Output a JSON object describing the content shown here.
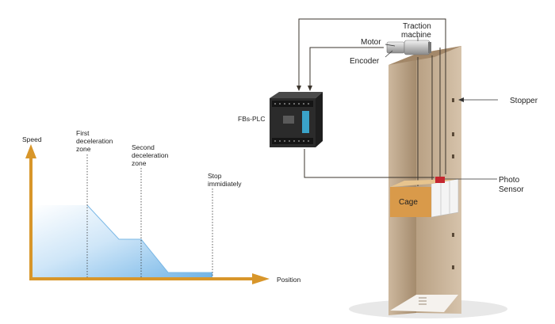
{
  "speed_chart": {
    "y_axis_label": "Speed",
    "x_axis_label": "Position",
    "zones": [
      {
        "lines": [
          "First",
          "deceleration",
          "zone"
        ]
      },
      {
        "lines": [
          "Second",
          "deceleration",
          "zone"
        ]
      },
      {
        "lines": [
          "Stop",
          "immidiately"
        ]
      }
    ],
    "profile_color": "#8fc6ec",
    "axis_color": "#d8962a"
  },
  "system": {
    "plc_label": "FBs-PLC",
    "motor_label": "Motor",
    "encoder_label": "Encoder",
    "traction_label_lines": [
      "Traction",
      "machine"
    ],
    "stopper_label": "Stopper",
    "photo_sensor_lines": [
      "Photo",
      "Sensor"
    ],
    "cage_label": "Cage",
    "cage_color": "#d99a4a",
    "shaft_color": "#c9b49a"
  }
}
